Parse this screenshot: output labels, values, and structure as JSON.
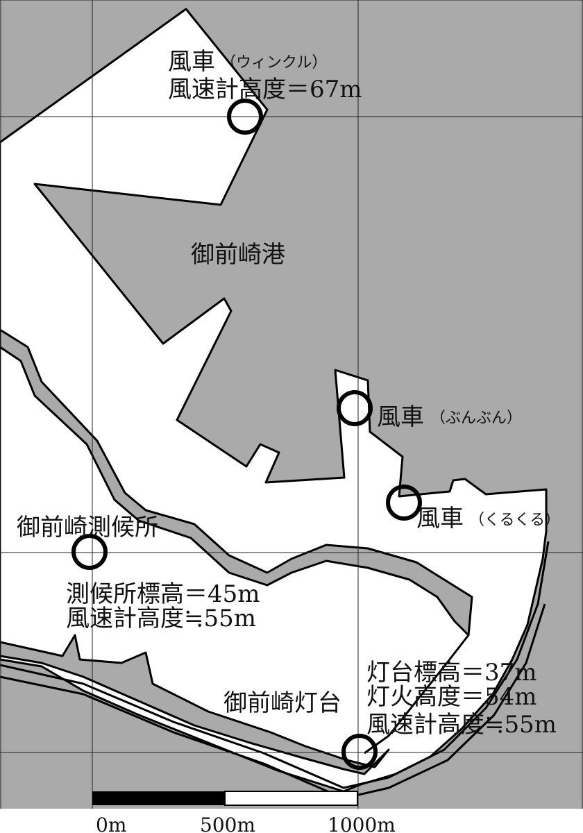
{
  "colors": {
    "sea": "#aaaaaa",
    "land": "#ffffff",
    "line": "#000000",
    "grid": "#222222",
    "text": "#111111"
  },
  "labels": {
    "harbor": "御前崎港",
    "windmill_winkle_name": "風車",
    "windmill_winkle_sub": "（ウィンクル）",
    "windmill_winkle_anemometer": "風速計高度＝67m",
    "windmill_bunbun_name": "風車",
    "windmill_bunbun_sub": "（ぶんぶん）",
    "windmill_kurukuru_name": "風車",
    "windmill_kurukuru_sub": "（くるくる）",
    "station_name": "御前崎測候所",
    "station_elevation": "測候所標高＝45m",
    "station_anemometer": "風速計高度≒55m",
    "lighthouse_name": "御前崎灯台",
    "lighthouse_elevation": "灯台標高＝37m",
    "lighthouse_light_height": "灯火高度＝54m",
    "lighthouse_anemometer": "風速計高度≒55m"
  },
  "scale_bar": {
    "ticks": [
      "0m",
      "500m",
      "1000m"
    ]
  },
  "markers": [
    {
      "name": "windmill-winkle-marker",
      "symbol": "circle-icon"
    },
    {
      "name": "windmill-bunbun-marker",
      "symbol": "circle-icon"
    },
    {
      "name": "windmill-kurukuru-marker",
      "symbol": "circle-icon"
    },
    {
      "name": "weather-station-marker",
      "symbol": "circle-icon"
    },
    {
      "name": "lighthouse-marker",
      "symbol": "circle-icon"
    }
  ]
}
